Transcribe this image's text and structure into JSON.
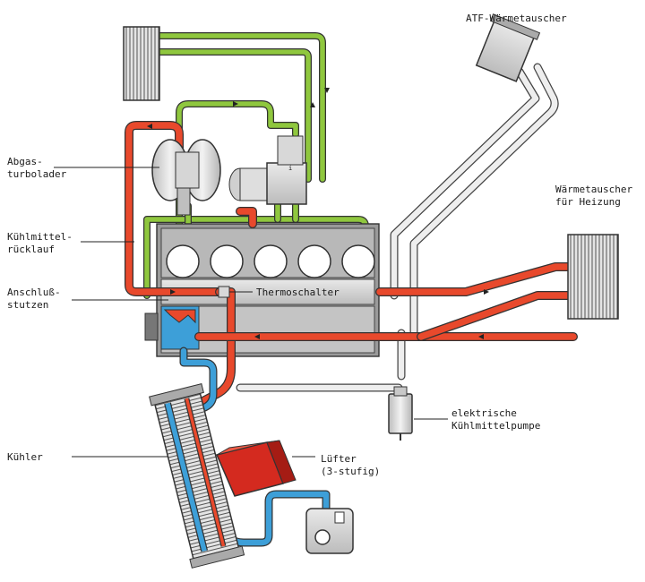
{
  "labels": {
    "atf": "ATF-Wärmetauscher",
    "abgas_1": "Abgas-",
    "abgas_2": "turbolader",
    "heizung_1": "Wärmetauscher",
    "heizung_2": "für Heizung",
    "ruecklauf_1": "Kühlmittel-",
    "ruecklauf_2": "rücklauf",
    "anschluss_1": "Anschluß-",
    "anschluss_2": "stutzen",
    "thermoschalter": "Thermoschalter",
    "pumpe_1": "elektrische",
    "pumpe_2": "Kühlmittelpumpe",
    "kuehler": "Kühler",
    "luefter_1": "Lüfter",
    "luefter_2": "(3-stufig)"
  },
  "colors": {
    "hot_coolant": "#e8492c",
    "cold_coolant": "#3d9fd8",
    "vent_line": "#8fc73e",
    "component_grey": "#cfcfcf",
    "fan_red": "#d42a1f"
  }
}
